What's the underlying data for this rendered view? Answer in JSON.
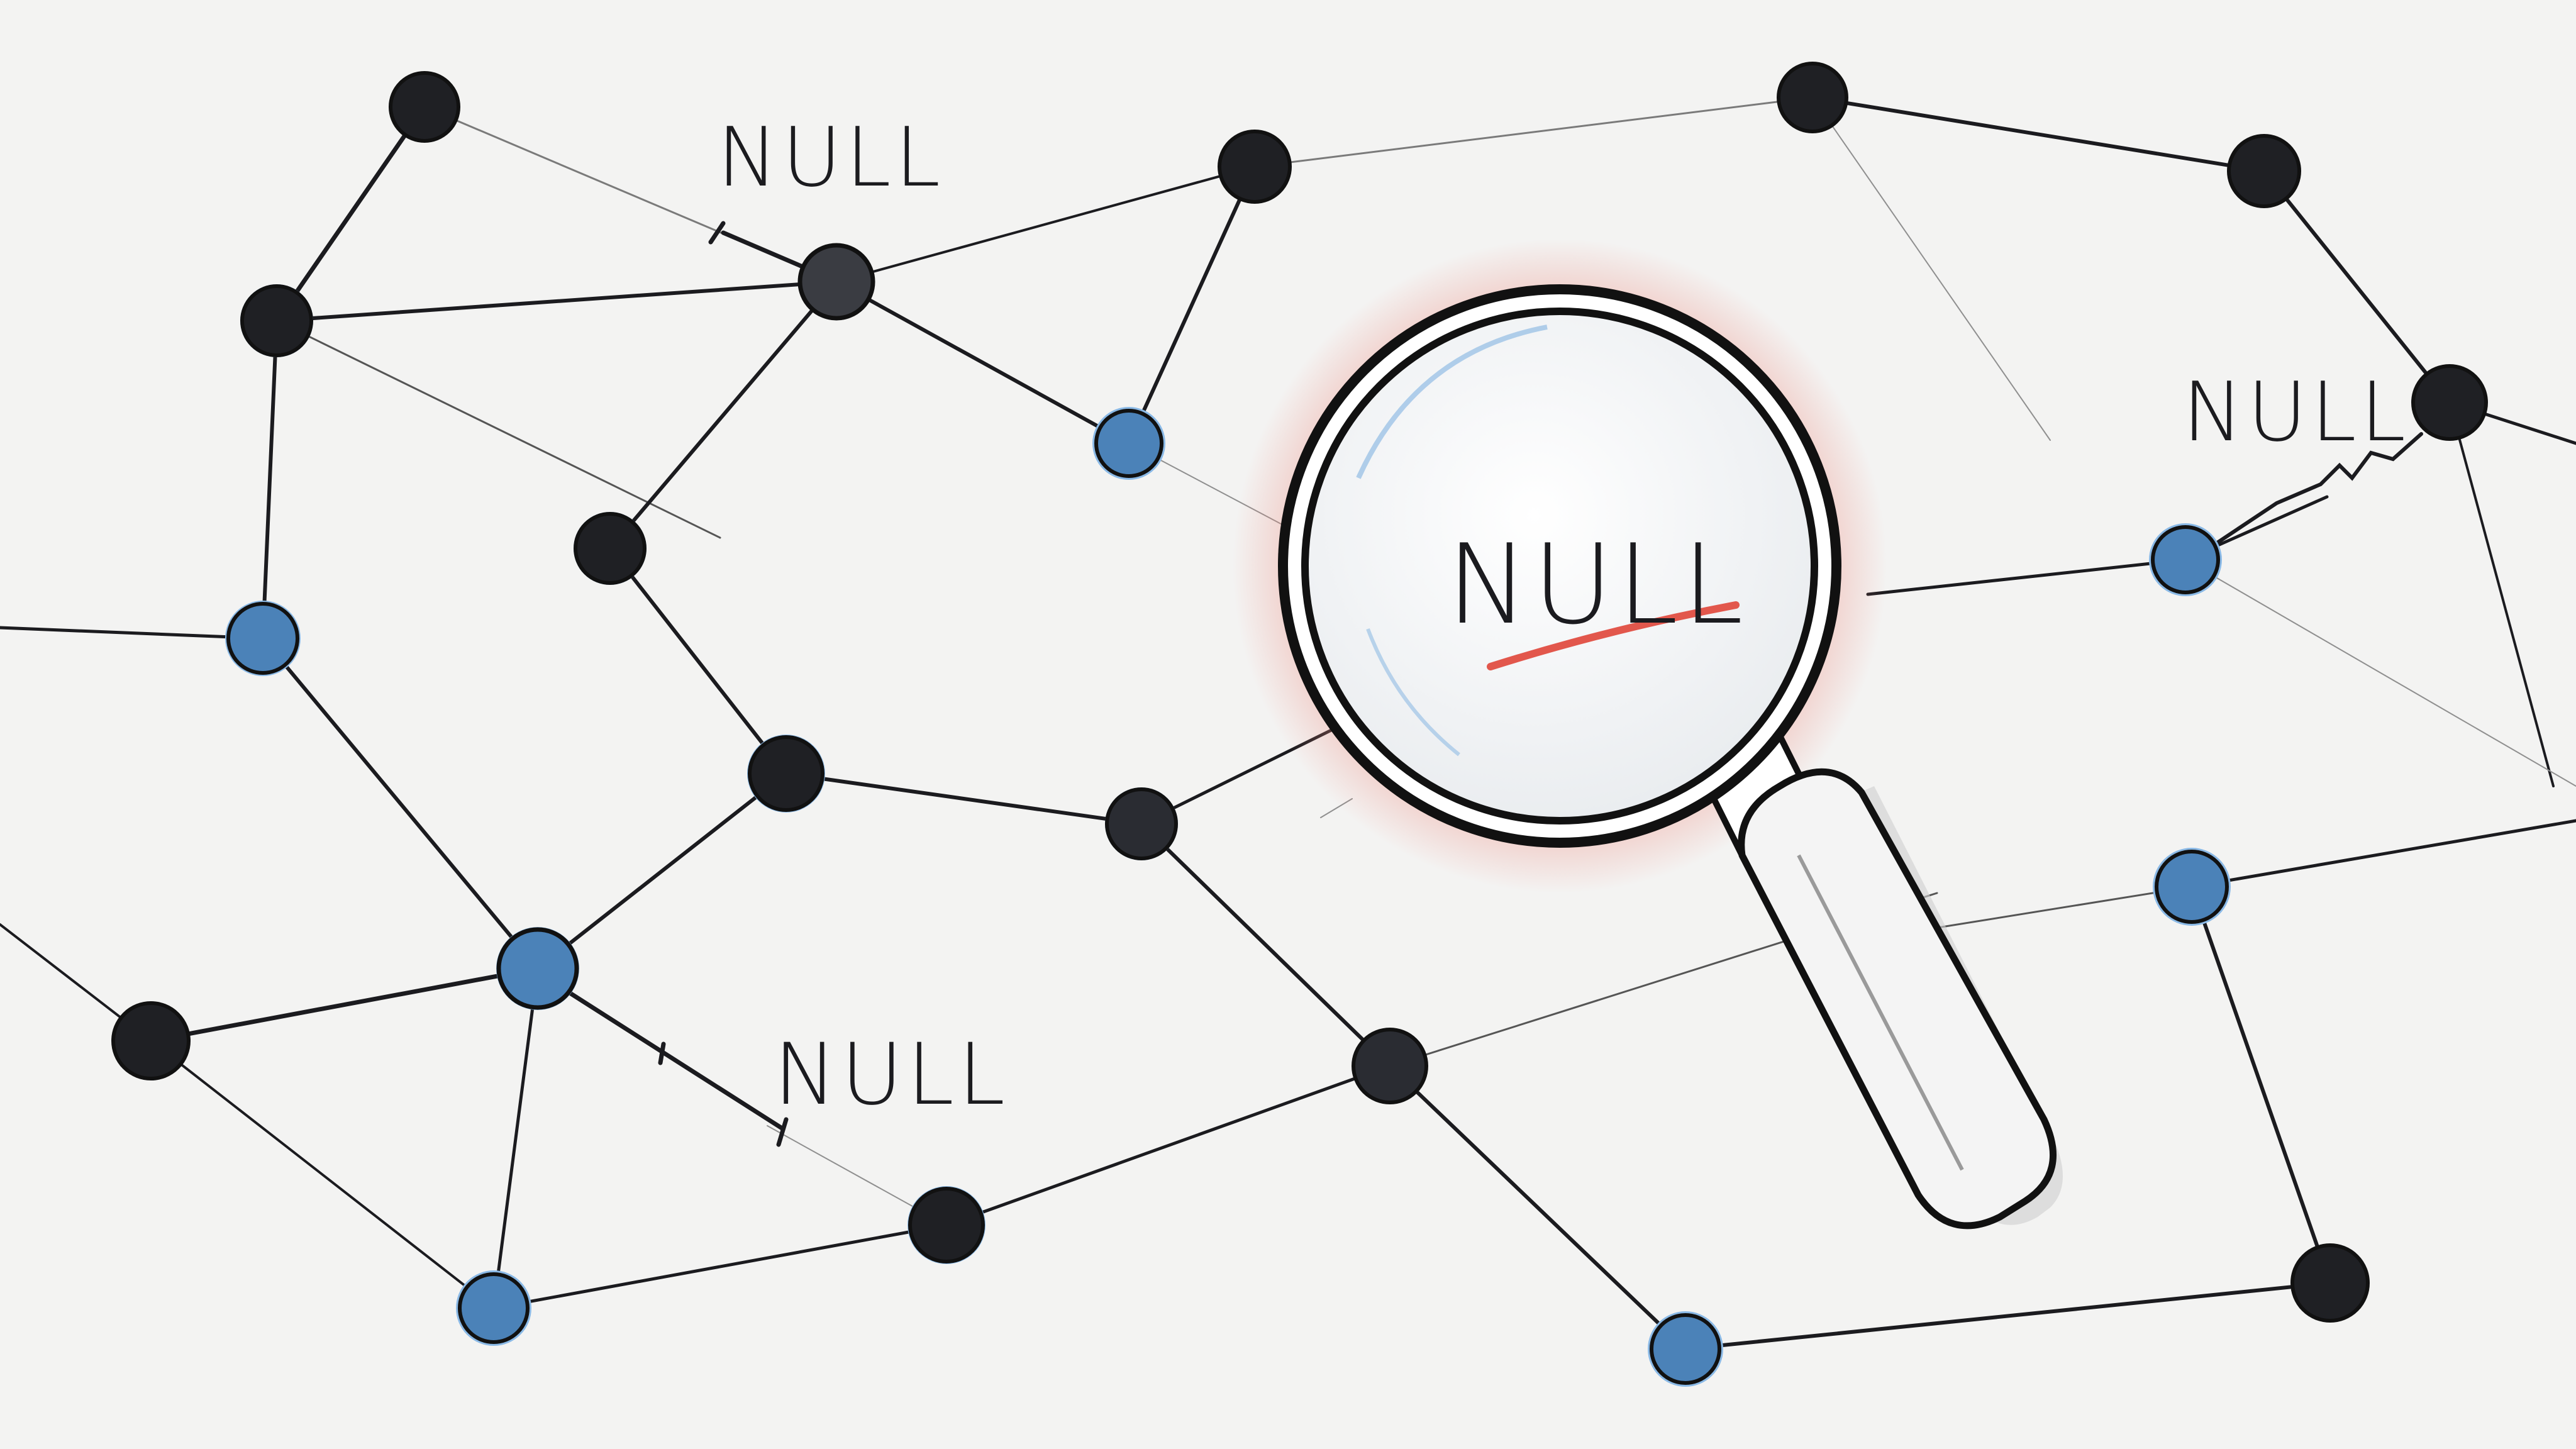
{
  "labels": {
    "null_top_left": "NULL",
    "null_top_right": "NULL",
    "null_bottom_left": "NULL",
    "null_magnified": "NULL"
  },
  "colors": {
    "background": "#f3f3f2",
    "ink": "#1b1b1f",
    "dark_node": "#1f2024",
    "blue_node": "#4b82b8",
    "blue_halo": "#8ab9e6",
    "highlight_red": "#e2574c",
    "glow_red": "#f08a7e",
    "edge_gray": "#8f8f8f"
  },
  "icons": [
    "magnifying-glass-icon"
  ],
  "graph": {
    "nodes": [
      {
        "id": "n1",
        "kind": "dark"
      },
      {
        "id": "n2",
        "kind": "dark"
      },
      {
        "id": "n3",
        "kind": "dark"
      },
      {
        "id": "n4",
        "kind": "dark"
      },
      {
        "id": "n5",
        "kind": "dark"
      },
      {
        "id": "n6",
        "kind": "dark"
      },
      {
        "id": "n7",
        "kind": "blue"
      },
      {
        "id": "n8",
        "kind": "dark"
      },
      {
        "id": "n9",
        "kind": "blue"
      },
      {
        "id": "n10",
        "kind": "dark"
      },
      {
        "id": "n11",
        "kind": "dark"
      },
      {
        "id": "n12",
        "kind": "blue"
      },
      {
        "id": "n13",
        "kind": "dark"
      },
      {
        "id": "n14",
        "kind": "blue"
      },
      {
        "id": "n15",
        "kind": "dark"
      },
      {
        "id": "n16",
        "kind": "dark"
      },
      {
        "id": "n17",
        "kind": "blue"
      },
      {
        "id": "n18",
        "kind": "dark"
      },
      {
        "id": "n19",
        "kind": "blue"
      },
      {
        "id": "n20",
        "kind": "blue"
      },
      {
        "id": "n21",
        "kind": "dark"
      },
      {
        "id": "n22",
        "kind": "dark"
      },
      {
        "id": "n23",
        "kind": "blue"
      }
    ],
    "edges": [
      [
        "n1",
        "n4"
      ],
      [
        "n1",
        "n5"
      ],
      [
        "n4",
        "n5"
      ],
      [
        "n4",
        "n7"
      ],
      [
        "n4",
        "n6"
      ],
      [
        "n5",
        "n6"
      ],
      [
        "n5",
        "n9"
      ],
      [
        "n5",
        "n2"
      ],
      [
        "n2",
        "n9"
      ],
      [
        "n2",
        "n3"
      ],
      [
        "n3",
        "n10"
      ],
      [
        "n6",
        "n8"
      ],
      [
        "n7",
        "n12"
      ],
      [
        "n7",
        "n0w"
      ],
      [
        "n8",
        "n12"
      ],
      [
        "n8",
        "n11"
      ],
      [
        "n11",
        "n20"
      ],
      [
        "n11",
        "n0e"
      ],
      [
        "n12",
        "n13"
      ],
      [
        "n12",
        "n14"
      ],
      [
        "n12",
        "n15"
      ],
      [
        "n13",
        "n14"
      ],
      [
        "n14",
        "n15"
      ],
      [
        "n15",
        "n18"
      ],
      [
        "n18",
        "n16"
      ],
      [
        "n18",
        "n19"
      ],
      [
        "n16",
        "n20"
      ],
      [
        "n16",
        "n17"
      ],
      [
        "n17",
        "n21"
      ],
      [
        "n19",
        "n22"
      ],
      [
        "n22",
        "n21"
      ],
      [
        "n3",
        "n17"
      ],
      [
        "n10",
        "n16"
      ],
      [
        "n10",
        "n0x"
      ],
      [
        "n20",
        "n23"
      ]
    ]
  }
}
